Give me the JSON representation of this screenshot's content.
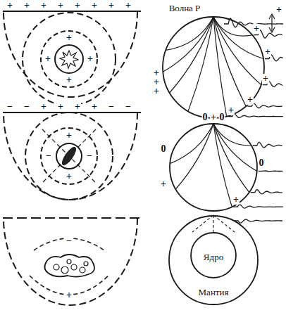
{
  "diagram": {
    "nodes": [
      {
        "text": [
          "Мантия"
        ]
      },
      {
        "text": [
          "Ядро"
        ],
        "in": 0
      }
    ],
    "labels": [
      "Волна P",
      "+",
      "+",
      "+",
      "+",
      "+",
      "+",
      "+",
      "+",
      "+",
      "+",
      "+",
      "+",
      "+",
      "+",
      "+",
      "+",
      "+",
      "+",
      "+",
      "+",
      "+",
      "−",
      "−",
      "+",
      "+",
      "+",
      "+",
      "−",
      "−",
      "+",
      "−",
      "−",
      "+",
      "0",
      "+",
      "0",
      "0",
      "+",
      "0",
      "+",
      "−",
      "+"
    ]
  }
}
